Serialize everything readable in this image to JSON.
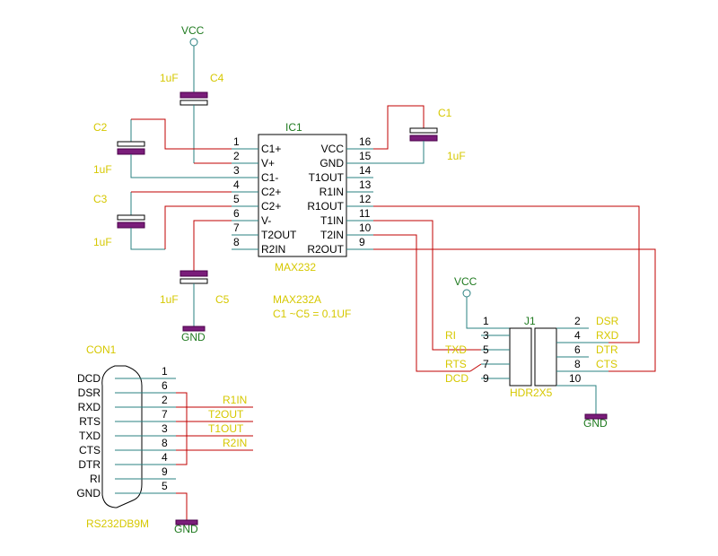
{
  "ic": {
    "ref": "IC1",
    "part": "MAX232",
    "note1": "MAX232A",
    "note2": "C1 ~C5 = 0.1UF",
    "left_pins": [
      {
        "num": "1",
        "name": "C1+"
      },
      {
        "num": "2",
        "name": "V+"
      },
      {
        "num": "3",
        "name": "C1-"
      },
      {
        "num": "4",
        "name": "C2+"
      },
      {
        "num": "5",
        "name": "C2+"
      },
      {
        "num": "6",
        "name": "V-"
      },
      {
        "num": "7",
        "name": "T2OUT"
      },
      {
        "num": "8",
        "name": "R2IN"
      }
    ],
    "right_pins": [
      {
        "num": "16",
        "name": "VCC"
      },
      {
        "num": "15",
        "name": "GND"
      },
      {
        "num": "14",
        "name": "T1OUT"
      },
      {
        "num": "13",
        "name": "R1IN"
      },
      {
        "num": "12",
        "name": "R1OUT"
      },
      {
        "num": "11",
        "name": "T1IN"
      },
      {
        "num": "10",
        "name": "T2IN"
      },
      {
        "num": "9",
        "name": "R2OUT"
      }
    ]
  },
  "caps": {
    "c1": {
      "ref": "C1",
      "value": "1uF"
    },
    "c2": {
      "ref": "C2",
      "value": "1uF"
    },
    "c3": {
      "ref": "C3",
      "value": "1uF"
    },
    "c4": {
      "ref": "C4",
      "value": "1uF"
    },
    "c5": {
      "ref": "C5",
      "value": "1uF"
    }
  },
  "power": {
    "vcc_top": "VCC",
    "vcc_header": "VCC",
    "gnd_c5": "GND",
    "gnd_header": "GND",
    "gnd_db9": "GND"
  },
  "header": {
    "ref": "J1",
    "part": "HDR2X5",
    "left": [
      {
        "num": "1",
        "label": ""
      },
      {
        "num": "3",
        "label": "RI"
      },
      {
        "num": "5",
        "label": "TXD"
      },
      {
        "num": "7",
        "label": "RTS"
      },
      {
        "num": "9",
        "label": "DCD"
      }
    ],
    "right": [
      {
        "num": "2",
        "label": "DSR"
      },
      {
        "num": "4",
        "label": "RXD"
      },
      {
        "num": "6",
        "label": "DTR"
      },
      {
        "num": "8",
        "label": "CTS"
      },
      {
        "num": "10",
        "label": ""
      }
    ]
  },
  "db9": {
    "ref": "CON1",
    "part": "RS232DB9M",
    "signals": [
      "DCD",
      "DSR",
      "RXD",
      "RTS",
      "TXD",
      "CTS",
      "DTR",
      "RI",
      "GND"
    ],
    "pins": [
      "1",
      "6",
      "2",
      "7",
      "3",
      "8",
      "4",
      "9",
      "5"
    ],
    "nets": [
      "R1IN",
      "T2OUT",
      "T1OUT",
      "R2IN"
    ]
  }
}
